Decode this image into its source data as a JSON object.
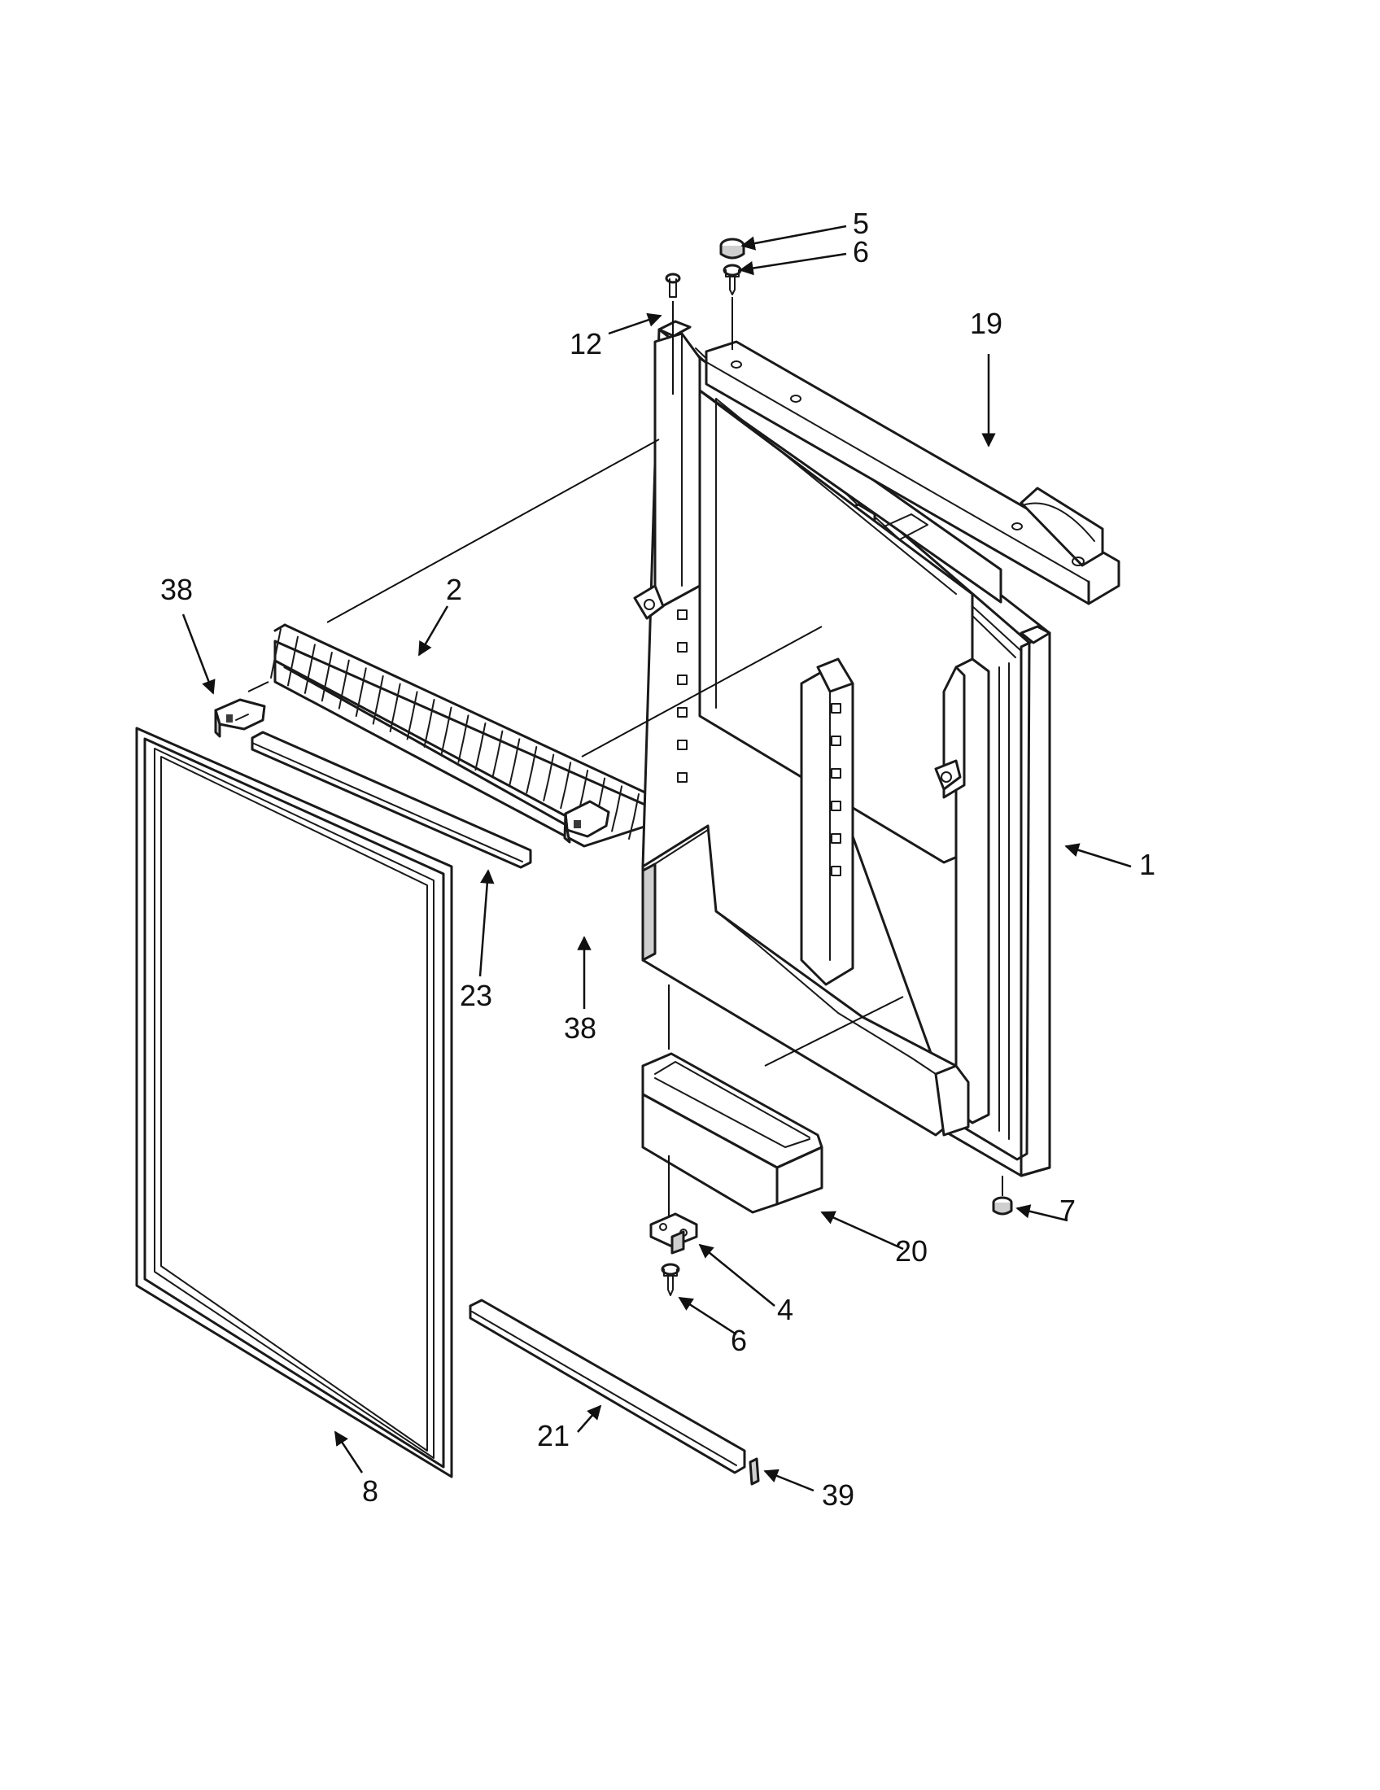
{
  "callouts": {
    "c1": "1",
    "c2": "2",
    "c4": "4",
    "c5": "5",
    "c6_top": "6",
    "c6_bottom": "6",
    "c7": "7",
    "c8": "8",
    "c12": "12",
    "c19": "19",
    "c20": "20",
    "c21": "21",
    "c23": "23",
    "c38_left": "38",
    "c38_center": "38",
    "c39": "39"
  },
  "colors": {
    "line": "#1a1a1a",
    "background": "#ffffff",
    "shade": "#cfcfcf"
  }
}
